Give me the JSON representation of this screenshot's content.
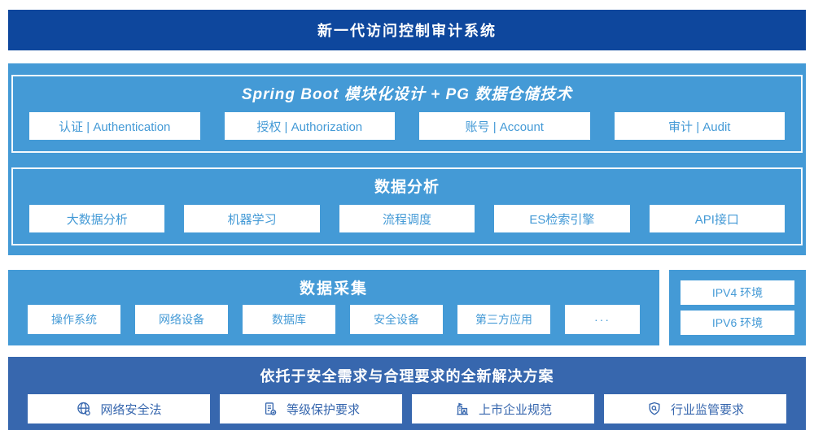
{
  "colors": {
    "banner_blue": "#0E479D",
    "light_blue": "#449AD6",
    "medium_blue": "#3767AE",
    "chip_bg": "#FFFFFF"
  },
  "banner": {
    "title": "新一代访问控制审计系统"
  },
  "platform": {
    "modules": {
      "title": "Spring Boot 模块化设计 + PG 数据仓储技术",
      "items": [
        "认证 | Authentication",
        "授权 | Authorization",
        "账号 | Account",
        "审计 | Audit"
      ]
    },
    "analysis": {
      "title": "数据分析",
      "items": [
        "大数据分析",
        "机器学习",
        "流程调度",
        "ES检索引擎",
        "API接口"
      ]
    }
  },
  "collection": {
    "title": "数据采集",
    "items": [
      "操作系统",
      "网络设备",
      "数据库",
      "安全设备",
      "第三方应用",
      "···"
    ]
  },
  "environments": {
    "items": [
      "IPV4 环境",
      "IPV6 环境"
    ]
  },
  "solution": {
    "title": "依托于安全需求与合理要求的全新解决方案",
    "items": [
      {
        "icon": "globe-icon",
        "label": "网络安全法"
      },
      {
        "icon": "checklist-icon",
        "label": "等级保护要求"
      },
      {
        "icon": "building-icon",
        "label": "上市企业规范"
      },
      {
        "icon": "shield-search-icon",
        "label": "行业监管要求"
      }
    ]
  }
}
